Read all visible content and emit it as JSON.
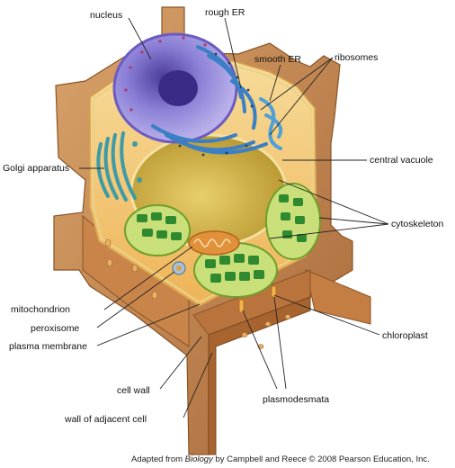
{
  "labels": {
    "nucleus": "nucleus",
    "rough_er": "rough ER",
    "smooth_er": "smooth ER",
    "ribosomes": "ribosomes",
    "golgi": "Golgi apparatus",
    "central_vacuole": "central vacuole",
    "cytoskeleton": "cytoskeleton",
    "mitochondrion": "mitochondrion",
    "peroxisome": "peroxisome",
    "plasma_membrane": "plasma membrane",
    "chloroplast": "chloroplast",
    "cell_wall": "cell wall",
    "plasmodesmata": "plasmodesmata",
    "wall_adjacent": "wall of adjacent cell"
  },
  "credit": {
    "prefix": "Adapted from ",
    "title": "Biology",
    "suffix": " by Campbell and Reece © 2008 Pearson Education, Inc."
  },
  "colors": {
    "wall": "#c7894f",
    "wall_dark": "#9b5f2e",
    "cytoplasm": "#f2c46b",
    "vacuole": "#d8b64a",
    "nucleus": "#7a6cc9",
    "er": "#3b7fc4",
    "chloroplast": "#5fae3c",
    "mitochondrion": "#e0913a"
  }
}
